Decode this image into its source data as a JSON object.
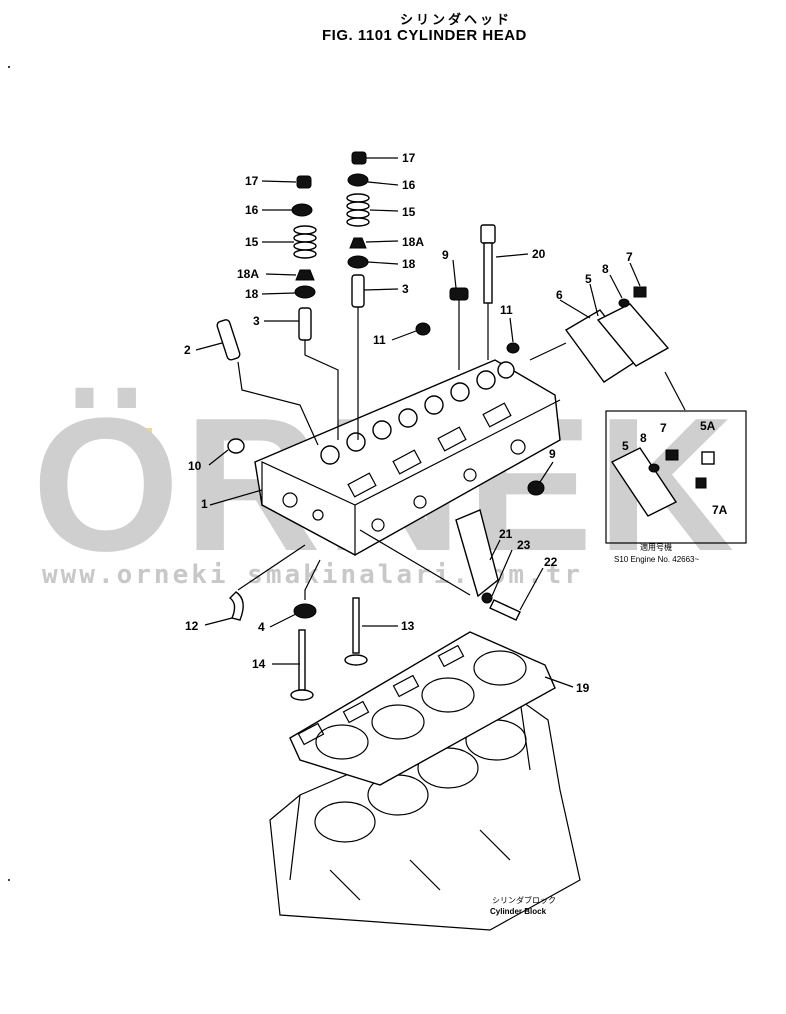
{
  "figure": {
    "title_jp": "シリンダヘッド",
    "title_en": "FIG. 1101  CYLINDER HEAD"
  },
  "watermark": {
    "brand": "ÖRNEK",
    "url": "www.orneki smakinalari.com.tr"
  },
  "callouts": {
    "l2": "2",
    "l3a": "3",
    "l3b": "3",
    "l4": "4",
    "l5": "5",
    "l6": "6",
    "l7": "7",
    "l8": "8",
    "l9a": "9",
    "l9b": "9",
    "l10": "10",
    "l11a": "11",
    "l11b": "11",
    "l12": "12",
    "l13": "13",
    "l14": "14",
    "l15a": "15",
    "l15b": "15",
    "l16a": "16",
    "l16b": "16",
    "l17a": "17",
    "l17b": "17",
    "l18a": "18",
    "l18b": "18",
    "l18Aa": "18A",
    "l18Ab": "18A",
    "l19": "19",
    "l20": "20",
    "l21": "21",
    "l22": "22",
    "l23": "23",
    "l1": "1"
  },
  "inset": {
    "labels": {
      "i7": "7",
      "i5A": "5A",
      "i8": "8",
      "i5": "5",
      "iYA": "7A"
    },
    "note_jp": "適用号機",
    "note_en": "S10  Engine  No. 42663~"
  },
  "block_label": {
    "jp": "シリンダブロック",
    "en": "Cylinder  Block"
  }
}
